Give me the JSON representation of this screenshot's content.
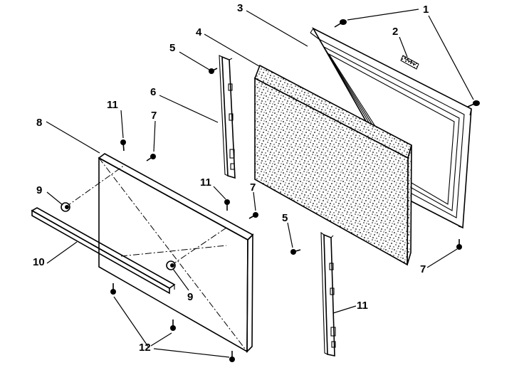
{
  "callouts": [
    {
      "id": "1a",
      "label": "1"
    },
    {
      "id": "2",
      "label": "2"
    },
    {
      "id": "3",
      "label": "3"
    },
    {
      "id": "4",
      "label": "4"
    },
    {
      "id": "5a",
      "label": "5"
    },
    {
      "id": "6",
      "label": "6"
    },
    {
      "id": "11a",
      "label": "11"
    },
    {
      "id": "7a",
      "label": "7"
    },
    {
      "id": "8",
      "label": "8"
    },
    {
      "id": "9a",
      "label": "9"
    },
    {
      "id": "10",
      "label": "10"
    },
    {
      "id": "11b",
      "label": "11"
    },
    {
      "id": "7b",
      "label": "7"
    },
    {
      "id": "5b",
      "label": "5"
    },
    {
      "id": "9b",
      "label": "9"
    },
    {
      "id": "11c",
      "label": "11"
    },
    {
      "id": "12",
      "label": "12"
    },
    {
      "id": "7c",
      "label": "7"
    }
  ]
}
